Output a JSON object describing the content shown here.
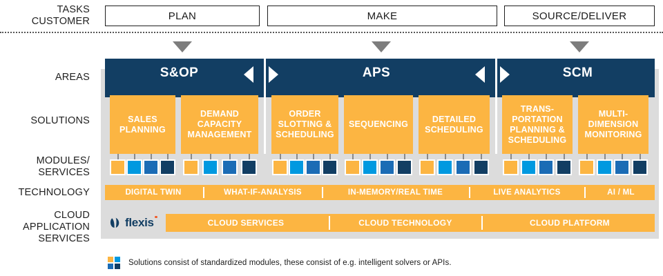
{
  "rows": {
    "tasks_customer": "TASKS\nCUSTOMER",
    "tasks_line1": "TASKS",
    "tasks_line2": "CUSTOMER",
    "areas": "AREAS",
    "solutions": "SOLUTIONS",
    "modules_line1": "MODULES/",
    "modules_line2": "SERVICES",
    "technology": "TECHNOLOGY",
    "cloud_line1": "CLOUD",
    "cloud_line2": "APPLICATION",
    "cloud_line3": "SERVICES"
  },
  "customer_tasks": [
    {
      "label": "PLAN"
    },
    {
      "label": "MAKE"
    },
    {
      "label": "SOURCE/DELIVER"
    }
  ],
  "areas": [
    {
      "label": "S&OP"
    },
    {
      "label": "APS"
    },
    {
      "label": "SCM"
    }
  ],
  "solutions": [
    {
      "label": "SALES PLANNING"
    },
    {
      "label": "DEMAND CAPACITY MANAGEMENT"
    },
    {
      "label": "ORDER SLOTTING & SCHEDULING"
    },
    {
      "label": "SEQUENCING"
    },
    {
      "label": "DETAILED SCHEDULING"
    },
    {
      "label": "TRANS- PORTATION PLANNING & SCHEDULING"
    },
    {
      "label": "MULTI- DIMENSION MONITORING"
    }
  ],
  "module_group_colors": [
    "#FCB542",
    "#0099E0",
    "#1B6CB5",
    "#123E63"
  ],
  "module_groups_count": 7,
  "modules_per_group": 4,
  "technology": [
    {
      "label": "DIGITAL TWIN"
    },
    {
      "label": "WHAT-IF-ANALYSIS"
    },
    {
      "label": "IN-MEMORY/REAL TIME"
    },
    {
      "label": "LIVE ANALYTICS"
    },
    {
      "label": "AI / ML"
    }
  ],
  "cloud_services": [
    {
      "label": "CLOUD SERVICES"
    },
    {
      "label": "CLOUD TECHNOLOGY"
    },
    {
      "label": "CLOUD PLATFORM"
    }
  ],
  "brand": {
    "logo_text": "flexis",
    "navy": "#123E63",
    "orange": "#FCB542",
    "light_blue": "#0099E0",
    "medium_blue": "#1B6CB5",
    "dot_orange": "#F05A28",
    "panel_gray": "#DCDCDC"
  },
  "footnote": {
    "text": "Solutions consist of standardized modules, these consist of e.g. intelligent solvers or APIs."
  }
}
